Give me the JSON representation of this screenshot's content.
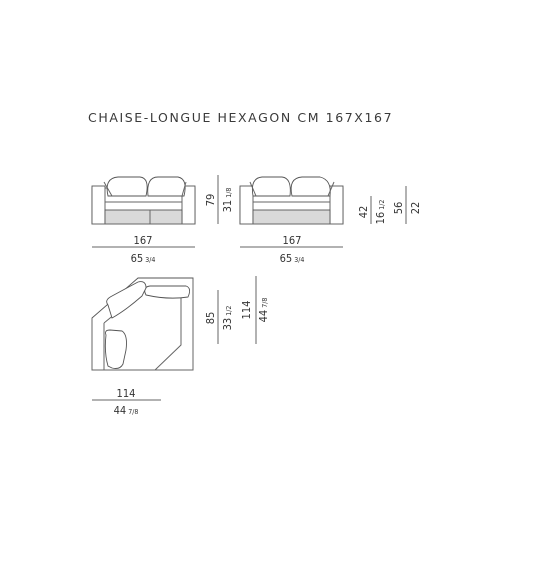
{
  "title": "CHAISE-LONGUE HEXAGON CM 167X167",
  "front": {
    "width_cm": "167",
    "width_in": "65",
    "width_in_frac": "3/4",
    "height_cm": "79",
    "height_in": "31",
    "height_in_frac": "1/8"
  },
  "back": {
    "width_cm": "167",
    "width_in": "65",
    "width_in_frac": "3/4",
    "seat_cm": "42",
    "seat_in": "16",
    "seat_in_frac": "1/2",
    "arm_cm": "56",
    "arm_in": "22"
  },
  "top": {
    "width_cm": "114",
    "width_in": "44",
    "width_in_frac": "7/8",
    "depth_cm": "85",
    "depth_in": "33",
    "depth_in_frac": "1/2",
    "side_cm": "114",
    "side_in": "44",
    "side_in_frac": "7/8"
  }
}
